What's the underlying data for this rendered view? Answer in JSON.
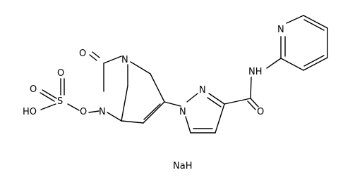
{
  "molecule": {
    "atoms": {
      "o_carbonyl_top": "O",
      "n_bridge": "N",
      "n_hydroxylamine": "N",
      "o_link": "O",
      "s_sulfate": "S",
      "o_sulfate_top": "O",
      "o_sulfate_left": "O",
      "ho_sulfate": "HO",
      "n_pyrazole_2": "N",
      "n_pyrazole_1": "N",
      "o_amide": "O",
      "nh_amide": "NH",
      "n_pyridine": "N"
    },
    "counterion": "NaH"
  },
  "colors": {
    "ink": "#000000",
    "background": "#ffffff"
  }
}
